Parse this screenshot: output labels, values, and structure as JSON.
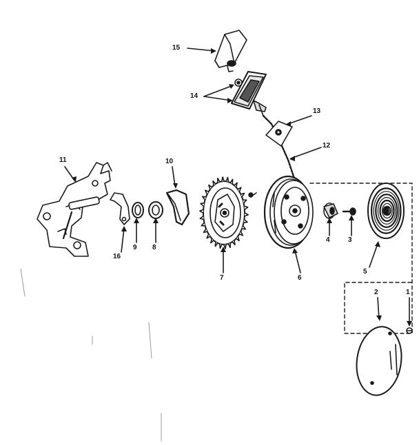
{
  "colors": {
    "ink": "#1a1a1a",
    "paper": "#ffffff",
    "shade": "#6b6b6b"
  },
  "callouts": [
    {
      "id": "1",
      "text": "1"
    },
    {
      "id": "2",
      "text": "2"
    },
    {
      "id": "3",
      "text": "3"
    },
    {
      "id": "4",
      "text": "4"
    },
    {
      "id": "5",
      "text": "5"
    },
    {
      "id": "6",
      "text": "6"
    },
    {
      "id": "7",
      "text": "7"
    },
    {
      "id": "8",
      "text": "8"
    },
    {
      "id": "9",
      "text": "9"
    },
    {
      "id": "10",
      "text": "10"
    },
    {
      "id": "11",
      "text": "11"
    },
    {
      "id": "12",
      "text": "12"
    },
    {
      "id": "13",
      "text": "13"
    },
    {
      "id": "14",
      "text": "14"
    },
    {
      "id": "15",
      "text": "15"
    },
    {
      "id": "16",
      "text": "16"
    }
  ]
}
